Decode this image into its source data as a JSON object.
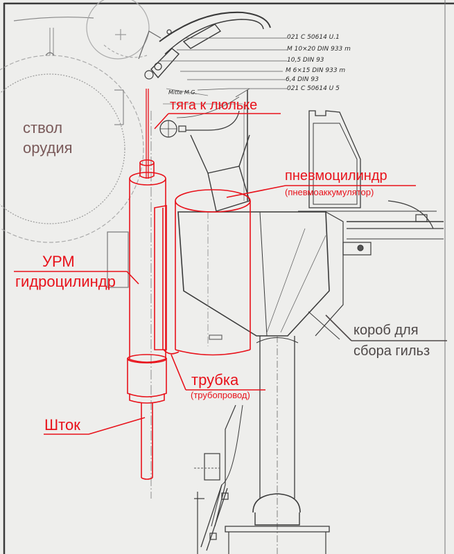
{
  "labels": {
    "barrel": {
      "line1": "ствол",
      "line2": "орудия",
      "color": "#7a5a5a"
    },
    "cradle_rod": {
      "text": "тяга к люльке",
      "color": "#e8111a"
    },
    "pneumo_cylinder": {
      "title": "пневмоцилиндр",
      "subtitle": "(пневмоаккумулятор)",
      "color": "#e8111a"
    },
    "urm_cylinder": {
      "line1": "УРМ",
      "line2": "гидроцилиндр",
      "color": "#e8111a"
    },
    "tube": {
      "title": "трубка",
      "subtitle": "(трубопровод)",
      "color": "#e8111a"
    },
    "rod": {
      "text": "Шток",
      "color": "#e8111a"
    },
    "casing_box": {
      "line1": "короб для",
      "line2": "сбора гильз",
      "color": "#4e4848"
    }
  },
  "part_callouts": [
    "021 C 50614 U.1",
    "M 10×20  DIN 933 m",
    "10,5  DIN 93",
    "M 6×15  DIN 933 m",
    "6,4  DIN 93",
    "021 C 50614 U 5"
  ],
  "drawing_note": "Mitte M.G.",
  "colors": {
    "overlay_red": "#e8111a",
    "pencil": "#3a3a3a",
    "paper": "#eeeeec"
  }
}
